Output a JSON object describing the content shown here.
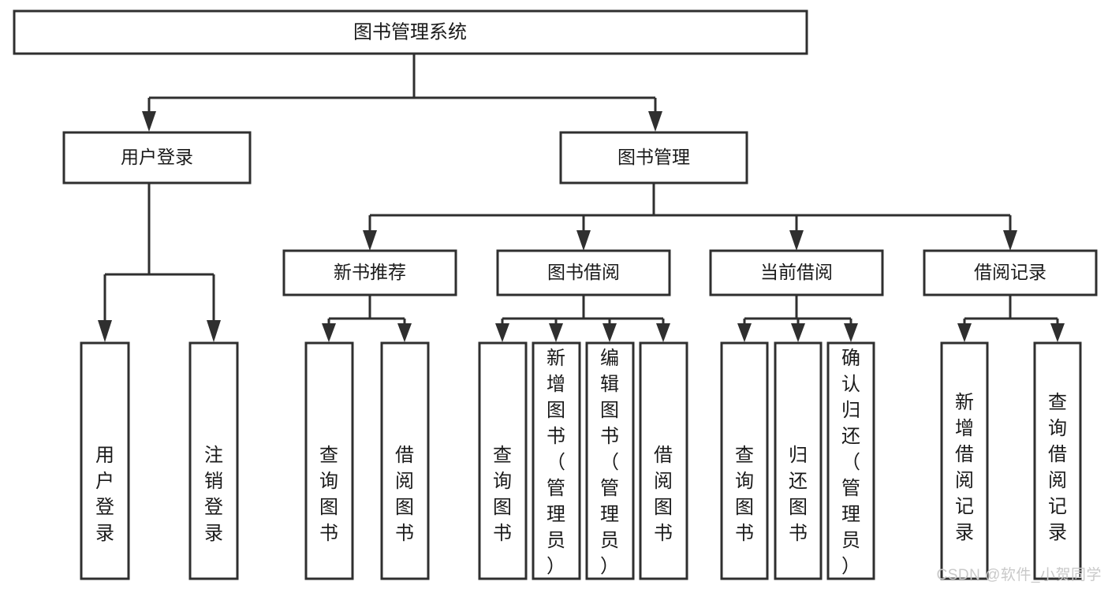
{
  "diagram": {
    "type": "tree-hierarchy",
    "title": "图书管理系统",
    "watermark": "CSDN @软件_小贺同学",
    "colors": {
      "background": "#ffffff",
      "box_stroke": "#2f2f2f",
      "box_fill": "#ffffff",
      "text": "#1a1a1a",
      "watermark": "#c9c9c9"
    },
    "levels": {
      "root": {
        "label": "图书管理系统"
      },
      "level2": [
        {
          "id": "user-login",
          "label": "用户登录"
        },
        {
          "id": "book-manage",
          "label": "图书管理"
        }
      ],
      "level3": [
        {
          "id": "new-book-recommend",
          "label": "新书推荐"
        },
        {
          "id": "book-borrow",
          "label": "图书借阅"
        },
        {
          "id": "current-borrow",
          "label": "当前借阅"
        },
        {
          "id": "borrow-record",
          "label": "借阅记录"
        }
      ],
      "leaves": {
        "user-login": [
          {
            "id": "leaf-user-login",
            "label": "用户登录"
          },
          {
            "id": "leaf-logout-login",
            "label": "注销登录"
          }
        ],
        "new-book-recommend": [
          {
            "id": "leaf-query-book-1",
            "label": "查询图书"
          },
          {
            "id": "leaf-borrow-book-1",
            "label": "借阅图书"
          }
        ],
        "book-borrow": [
          {
            "id": "leaf-query-book-2",
            "label": "查询图书"
          },
          {
            "id": "leaf-add-book",
            "label": "新增图书（管理员）"
          },
          {
            "id": "leaf-edit-book",
            "label": "编辑图书（管理员）"
          },
          {
            "id": "leaf-borrow-book-2",
            "label": "借阅图书"
          }
        ],
        "current-borrow": [
          {
            "id": "leaf-query-book-3",
            "label": "查询图书"
          },
          {
            "id": "leaf-return-book",
            "label": "归还图书"
          },
          {
            "id": "leaf-confirm-return",
            "label": "确认归还（管理员）"
          }
        ],
        "borrow-record": [
          {
            "id": "leaf-add-record",
            "label": "新增借阅记录"
          },
          {
            "id": "leaf-query-record",
            "label": "查询借阅记录"
          }
        ]
      }
    }
  }
}
